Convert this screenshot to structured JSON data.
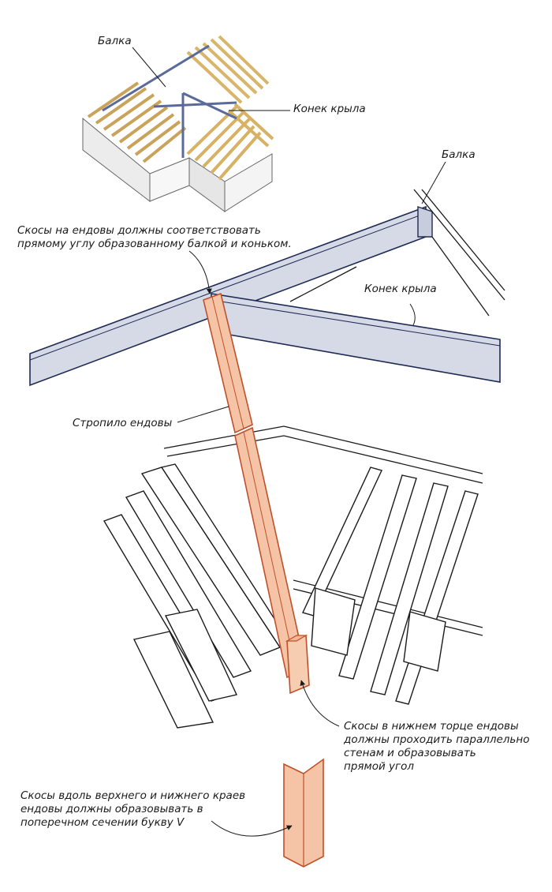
{
  "labels": {
    "beam_top": "Балка",
    "ridge_top": "Конек крыла",
    "beam_main": "Балка",
    "ridge_main": "Конек крыла",
    "bevel_top_note": [
      "Скосы на ендовы должны соответствовать",
      "прямому углу образованному балкой и коньком."
    ],
    "valley_rafter": "Стропило ендовы",
    "bevel_bottom_note": [
      "Скосы в нижнем торце ендовы",
      "должны проходить параллельно",
      "стенам и образовывать",
      "прямой угол"
    ],
    "bevel_edges_note": [
      "Скосы вдоль верхнего и нижнего краев",
      "ендовы должны образовывать в",
      "поперечном сечении букву V"
    ]
  },
  "colors": {
    "beam_fill": "#d5dae6",
    "beam_stroke": "#1f2a55",
    "valley_fill": "#f5c4a6",
    "valley_stroke": "#c0502a",
    "wood": "#e9c98a",
    "line": "#1a1a1a"
  }
}
